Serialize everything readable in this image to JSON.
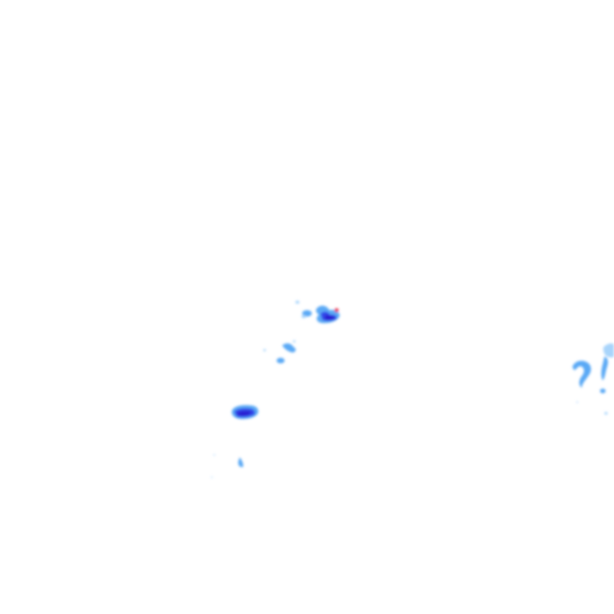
{
  "map": {
    "type": "precipitation-radar-overlay",
    "background": "#ffffff",
    "intensity_palette": {
      "light": "#a8d4fb",
      "moderate": "#5aa9f5",
      "heavy": "#3347e8",
      "very_heavy": "#2a1fd0",
      "extreme": "#e8304a"
    },
    "echo_cells": [
      {
        "id": "cell-north-central",
        "peak_intensity": "extreme"
      },
      {
        "id": "cell-central",
        "peak_intensity": "moderate"
      },
      {
        "id": "cell-southwest",
        "peak_intensity": "very_heavy"
      },
      {
        "id": "cell-south-small",
        "peak_intensity": "light"
      },
      {
        "id": "cell-east-edge",
        "peak_intensity": "moderate"
      }
    ]
  }
}
